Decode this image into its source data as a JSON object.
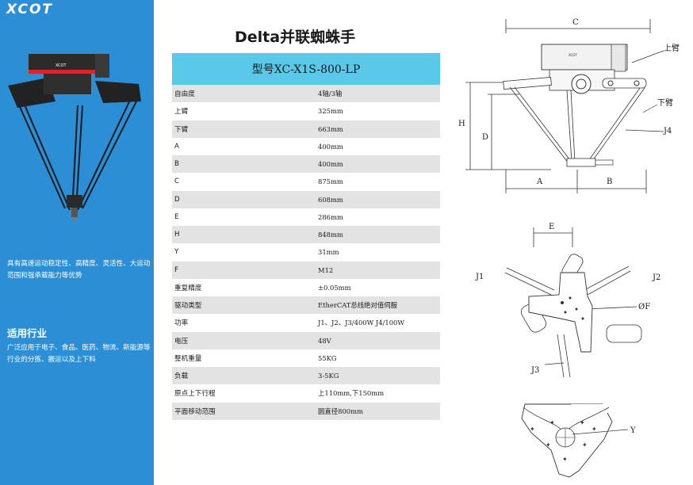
{
  "brand": {
    "logo_text": "XCOT"
  },
  "sidebar": {
    "robot_label": "XCOT",
    "description": "具有高速运动稳定性、高精度、灵活性、大运动范围和强承载能力等优势",
    "industry_title": "适用行业",
    "industry_desc": "广泛应用于电子、食品、医药、物流、新能源等行业的分拣、搬运以及上下料"
  },
  "title": "Delta并联蜘蛛手",
  "spec_table": {
    "header": "型号XC-X1S-800-LP",
    "rows": [
      {
        "key": "自由度",
        "value": "4轴/3轴"
      },
      {
        "key": "上臂",
        "value": "325mm"
      },
      {
        "key": "下臂",
        "value": "663mm"
      },
      {
        "key": "A",
        "value": "400mm"
      },
      {
        "key": "B",
        "value": "400mm"
      },
      {
        "key": "C",
        "value": "875mm"
      },
      {
        "key": "D",
        "value": "608mm"
      },
      {
        "key": "E",
        "value": "286mm"
      },
      {
        "key": "H",
        "value": "848mm"
      },
      {
        "key": "Y",
        "value": "31mm"
      },
      {
        "key": "F",
        "value": "M12"
      },
      {
        "key": "重复精度",
        "value": "±0.05mm"
      },
      {
        "key": "驱动类型",
        "value": "EtherCAT总线绝对值伺服"
      },
      {
        "key": "功率",
        "value": "J1、J2、J3/400W J4/100W"
      },
      {
        "key": "电压",
        "value": "48V"
      },
      {
        "key": "整机重量",
        "value": "55KG"
      },
      {
        "key": "负载",
        "value": "3-5KG"
      },
      {
        "key": "原点上下行程",
        "value": "上110mm,下150mm"
      },
      {
        "key": "平面移动范围",
        "value": "圆直径800mm"
      }
    ]
  },
  "side_view": {
    "label_c": "C",
    "label_h": "H",
    "label_d": "D",
    "label_a": "A",
    "label_b": "B",
    "label_upper": "上臂",
    "label_lower": "下臂",
    "label_j4": "J4",
    "plate_text": "XCOT"
  },
  "top_view": {
    "label_e": "E",
    "label_j1": "J1",
    "label_j2": "J2",
    "label_j3": "J3",
    "label_f": "ØF"
  },
  "end_view": {
    "label_y": "Y"
  }
}
